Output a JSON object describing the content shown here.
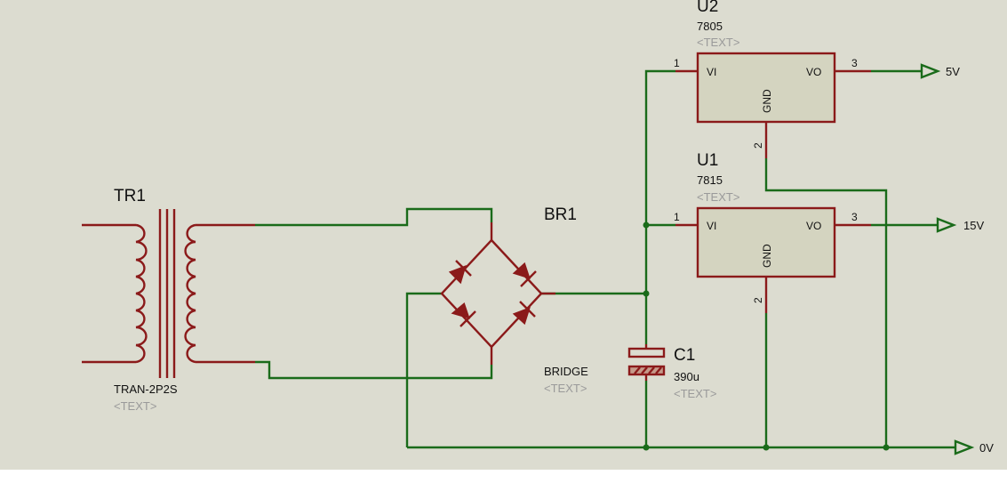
{
  "colors": {
    "background": "#dcdcd0",
    "wire": "#1a6b1a",
    "component": "#8b1a1a",
    "ic_body": "#d4d4c0",
    "placeholder_text": "#9a9a9a"
  },
  "transformer": {
    "ref": "TR1",
    "value": "TRAN-2P2S",
    "placeholder": "<TEXT>",
    "icon": "transformer-icon"
  },
  "bridge": {
    "ref": "BR1",
    "value": "BRIDGE",
    "placeholder": "<TEXT>",
    "icon": "bridge-rectifier-icon"
  },
  "capacitor": {
    "ref": "C1",
    "value": "390u",
    "placeholder": "<TEXT>",
    "icon": "polarized-capacitor-icon"
  },
  "u2": {
    "ref": "U2",
    "value": "7805",
    "placeholder": "<TEXT>",
    "vi": "VI",
    "vo": "VO",
    "gnd": "GND",
    "pin_in": "1",
    "pin_out": "3",
    "pin_gnd": "2"
  },
  "u1": {
    "ref": "U1",
    "value": "7815",
    "placeholder": "<TEXT>",
    "vi": "VI",
    "vo": "VO",
    "gnd": "GND",
    "pin_in": "1",
    "pin_out": "3",
    "pin_gnd": "2"
  },
  "terminals": {
    "out5": "5V",
    "out15": "15V",
    "ground": "0V"
  }
}
